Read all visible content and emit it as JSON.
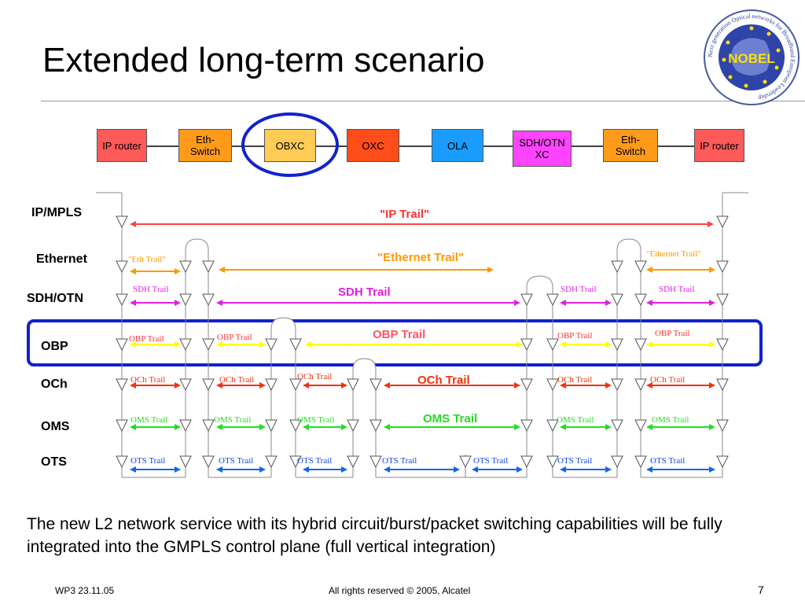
{
  "title": "Extended long-term scenario",
  "nodes": [
    {
      "label": "IP router",
      "color": "#ff5a5a"
    },
    {
      "label": "Eth-\nSwitch",
      "color": "#ff9a1a"
    },
    {
      "label": "OBXC",
      "color": "#ffcc55"
    },
    {
      "label": "OXC",
      "color": "#ff4d1a"
    },
    {
      "label": "OLA",
      "color": "#1a9cff"
    },
    {
      "label": "SDH/OTN\nXC",
      "color": "#ff44ff"
    },
    {
      "label": "Eth-\nSwitch",
      "color": "#ff9a1a"
    },
    {
      "label": "IP router",
      "color": "#ff5a5a"
    }
  ],
  "layers": [
    "IP/MPLS",
    "Ethernet",
    "SDH/OTN",
    "OBP",
    "OCh",
    "OMS",
    "OTS"
  ],
  "trails": {
    "ip": [
      "\"IP Trail\""
    ],
    "ethernet": [
      "\"Eth Trail\"",
      "\"Ethernet Trail\"",
      "\"Ethernet Trail\""
    ],
    "sdh": [
      "SDH Trail",
      "SDH Trail",
      "SDH Trail",
      "SDH Trail"
    ],
    "obp": [
      "OBP Trail",
      "OBP Trail",
      "OBP Trail",
      "OBP Trail",
      "OBP Trail"
    ],
    "och": [
      "OCh Trail",
      "OCh Trail",
      "OCh Trail",
      "OCh Trail",
      "OCh Trail",
      "OCh Trail"
    ],
    "oms": [
      "OMS Trail",
      "OMS Trail",
      "OMS Trail",
      "OMS Trail",
      "OMS Trail",
      "OMS Trail"
    ],
    "ots": [
      "OTS Trail",
      "OTS Trail",
      "OTS Trail",
      "OTS Trail",
      "OTS Trail",
      "OTS Trail",
      "OTS Trail"
    ]
  },
  "colors": {
    "ip": "#ff4444",
    "ethernet": "#ff9900",
    "sdh": "#dd22dd",
    "obp": "#ffff00",
    "och": "#ee3311",
    "oms": "#22dd22",
    "ots": "#1166ee",
    "highlight": "#1122cc"
  },
  "logo": {
    "center": "NOBEL",
    "ring_text": "Next generation Optical networks for Broadband European Leadership"
  },
  "description": "The new L2 network service with its hybrid circuit/burst/packet switching capabilities will be fully integrated into the GMPLS control plane (full vertical integration)",
  "footer": {
    "left": "WP3 23.11.05",
    "center": "All rights reserved © 2005, Alcatel",
    "page": "7"
  }
}
